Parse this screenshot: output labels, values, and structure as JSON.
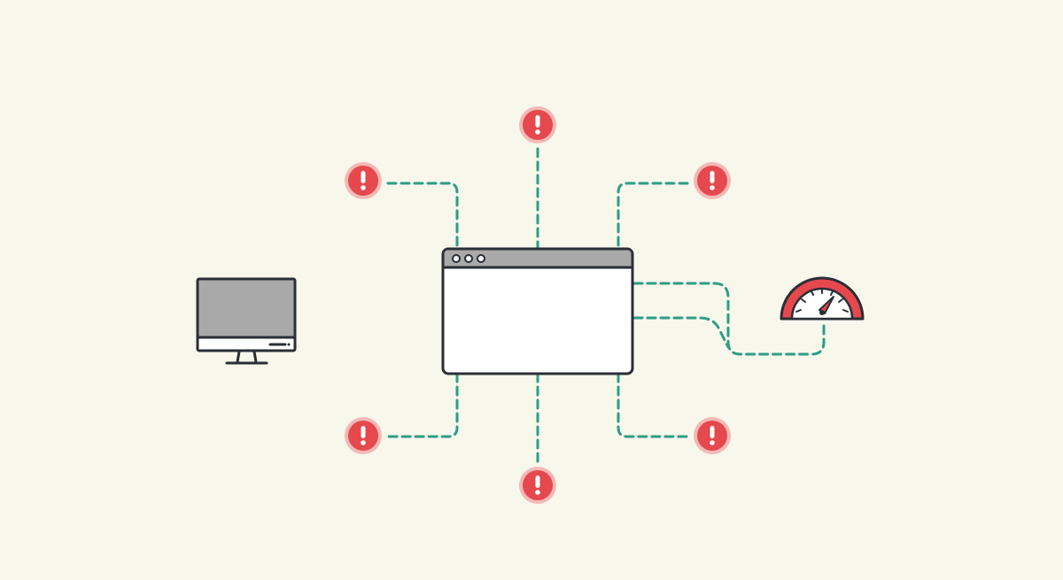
{
  "colors": {
    "background": "#f8f7ec",
    "connector": "#2c9e84",
    "alert": "#e5484d",
    "alert_ring": "#f4b9b7",
    "outline": "#2a2e36",
    "browser_header": "#a9a9a9",
    "monitor_screen": "#a9a9a9",
    "browser_body": "#ffffff",
    "beam": "#6b4cf0"
  },
  "icons": {
    "client": "desktop-monitor-icon",
    "server": "browser-window-icon",
    "alert": "exclamation-alert-icon",
    "meter": "speedometer-gauge-icon"
  },
  "diagram": {
    "nodes": [
      "desktop-monitor",
      "browser-window",
      "speedometer-gauge"
    ],
    "alerts": [
      "alert-top-left",
      "alert-top-center",
      "alert-top-right",
      "alert-bottom-left",
      "alert-bottom-center",
      "alert-bottom-right"
    ],
    "edges": [
      {
        "from": "desktop-monitor",
        "to": "browser-window",
        "style": "glow-beam"
      },
      {
        "from": "browser-window",
        "to": "alert-top-left",
        "style": "dashed"
      },
      {
        "from": "browser-window",
        "to": "alert-top-center",
        "style": "dashed"
      },
      {
        "from": "browser-window",
        "to": "alert-top-right",
        "style": "dashed"
      },
      {
        "from": "browser-window",
        "to": "alert-bottom-left",
        "style": "dashed"
      },
      {
        "from": "browser-window",
        "to": "alert-bottom-center",
        "style": "dashed"
      },
      {
        "from": "browser-window",
        "to": "alert-bottom-right",
        "style": "dashed"
      },
      {
        "from": "browser-window",
        "to": "speedometer-gauge",
        "style": "dashed"
      }
    ]
  }
}
